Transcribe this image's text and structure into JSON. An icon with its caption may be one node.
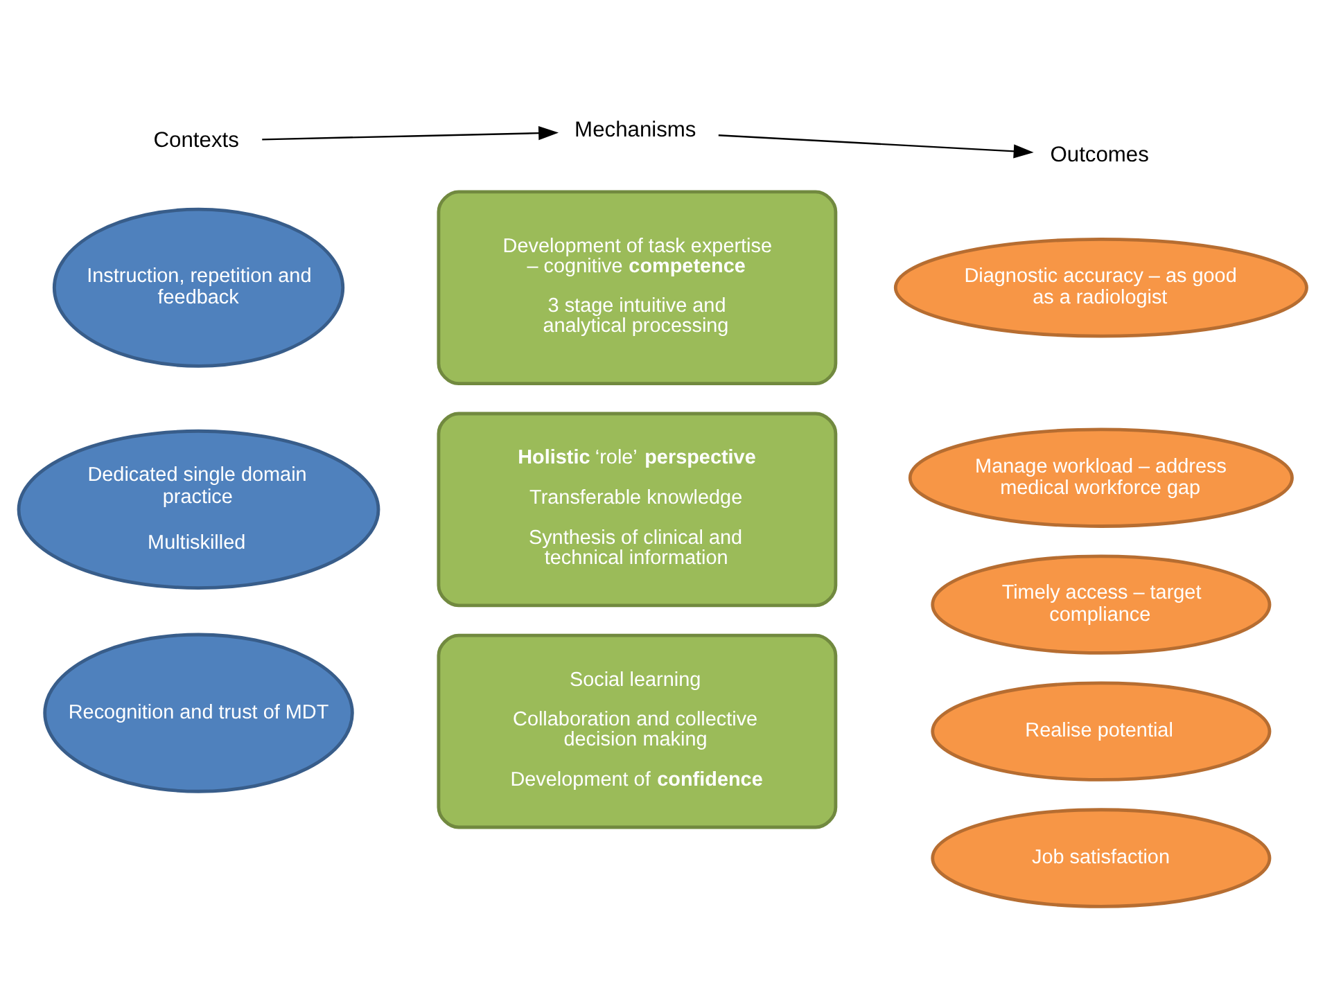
{
  "diagram": {
    "nodes": [
      {
        "text": [
          "Contexts"
        ]
      },
      {
        "text": [
          "Mechanisms"
        ]
      },
      {
        "text": [
          "Outcomes"
        ]
      },
      {
        "text": [
          "Instruction, repetition and feedback"
        ]
      },
      {
        "text": [
          "Development of task expertise – cognitive **competence**",
          "3 stage intuitive and analytical processing"
        ]
      },
      {
        "text": [
          "Diagnostic accuracy – as good as a radiologist"
        ]
      },
      {
        "text": [
          "Dedicated single domain practice",
          "Multiskilled"
        ]
      },
      {
        "text": [
          "**Holistic** ‘role’ **perspective**",
          "Transferable knowledge",
          "Synthesis of clinical and technical information"
        ]
      },
      {
        "text": [
          "Manage workload – address medical workforce gap"
        ]
      },
      {
        "text": [
          "Timely access – target compliance"
        ]
      },
      {
        "text": [
          "Recognition and trust of MDT"
        ]
      },
      {
        "text": [
          "Social learning",
          "Collaboration and collective decision making",
          "Development of **confidence**"
        ]
      },
      {
        "text": [
          "Realise potential"
        ]
      },
      {
        "text": [
          "Job satisfaction"
        ]
      }
    ],
    "edges": [
      {
        "from": 0,
        "to": 1,
        "arrow": "to"
      },
      {
        "from": 1,
        "to": 2,
        "arrow": "to"
      }
    ]
  }
}
